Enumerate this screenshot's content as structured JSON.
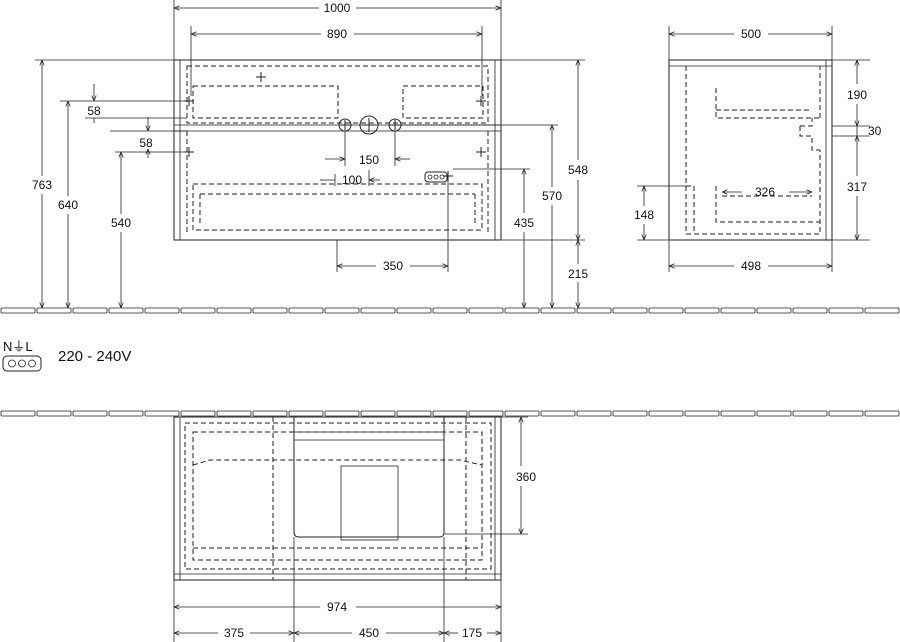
{
  "front_view": {
    "dims": {
      "width_overall": "1000",
      "width_inner": "890",
      "height_total": "763",
      "height_640": "640",
      "height_540": "540",
      "offset_58_upper": "58",
      "offset_58_lower": "58",
      "spacing_150": "150",
      "spacing_100": "100",
      "width_350": "350",
      "height_435": "435",
      "height_570": "570",
      "height_548": "548",
      "height_215": "215"
    }
  },
  "side_view": {
    "dims": {
      "depth_top": "500",
      "depth_bottom": "498",
      "height_190": "190",
      "height_30": "30",
      "height_317": "317",
      "height_148": "148",
      "depth_326": "326"
    }
  },
  "electrical": {
    "symbol_label": "N⏚L",
    "voltage": "220 - 240V"
  },
  "top_view": {
    "dims": {
      "depth_360": "360",
      "width_974": "974",
      "seg_375": "375",
      "seg_450": "450",
      "seg_175": "175"
    }
  }
}
